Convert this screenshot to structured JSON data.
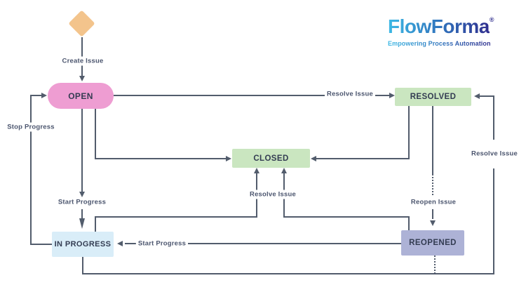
{
  "logo": {
    "name": "FlowForma",
    "registered": "®",
    "tagline": "Empowering Process Automation"
  },
  "nodes": {
    "open": {
      "label": "OPEN",
      "fill": "#ee9dd2"
    },
    "resolved": {
      "label": "RESOLVED",
      "fill": "#cae6c0"
    },
    "closed": {
      "label": "CLOSED",
      "fill": "#cae6c0"
    },
    "in_progress": {
      "label": "IN PROGRESS",
      "fill": "#d9edf8"
    },
    "reopened": {
      "label": "REOPENED",
      "fill": "#adb2d6"
    },
    "start": {
      "shape": "diamond",
      "fill": "#f3c48c"
    }
  },
  "edges": {
    "create_issue": {
      "label": "Create Issue",
      "from": "start",
      "to": "open"
    },
    "resolve_issue_top": {
      "label": "Resolve Issue",
      "from": "open",
      "to": "resolved"
    },
    "stop_progress": {
      "label": "Stop Progress",
      "from": "in_progress",
      "to": "open"
    },
    "start_progress_open": {
      "label": "Start Progress",
      "from": "open",
      "to": "in_progress"
    },
    "resolve_issue_closed": {
      "label": "Resolve Issue",
      "from": "in_progress / reopened",
      "to": "closed"
    },
    "reopen_issue": {
      "label": "Reopen Issue",
      "from": "resolved",
      "to": "reopened"
    },
    "resolve_issue_right": {
      "label": "Resolve Issue",
      "from": "in_progress",
      "to": "resolved"
    },
    "start_progress_reopened": {
      "label": "Start Progress",
      "from": "reopened",
      "to": "in_progress"
    }
  },
  "colors": {
    "line": "#525c6c",
    "edge_label_text": "#4b556e",
    "node_text": "#333c52",
    "logo_gradient_start": "#3db9e5",
    "logo_gradient_end": "#302e8e",
    "background": "#ffffff"
  }
}
